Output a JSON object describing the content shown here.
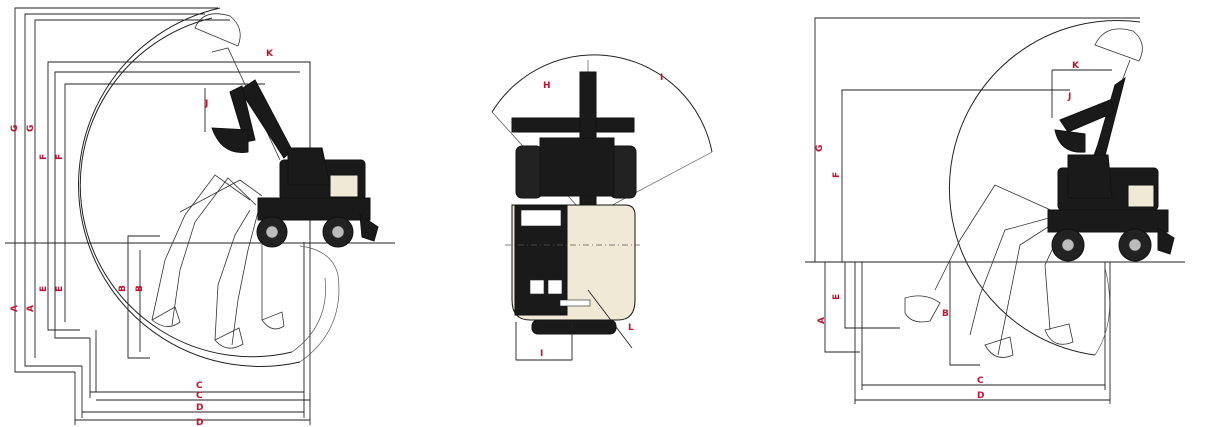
{
  "labels": {
    "A": "A",
    "B": "B",
    "C": "C",
    "D": "D",
    "E": "E",
    "F": "F",
    "G": "G",
    "H": "H",
    "I": "I",
    "J": "J",
    "K": "K",
    "L": "L"
  },
  "colors": {
    "label": "#c8102e",
    "machine_body": "#1a1a1a",
    "machine_panel": "#efe9d6",
    "line": "#222222"
  }
}
